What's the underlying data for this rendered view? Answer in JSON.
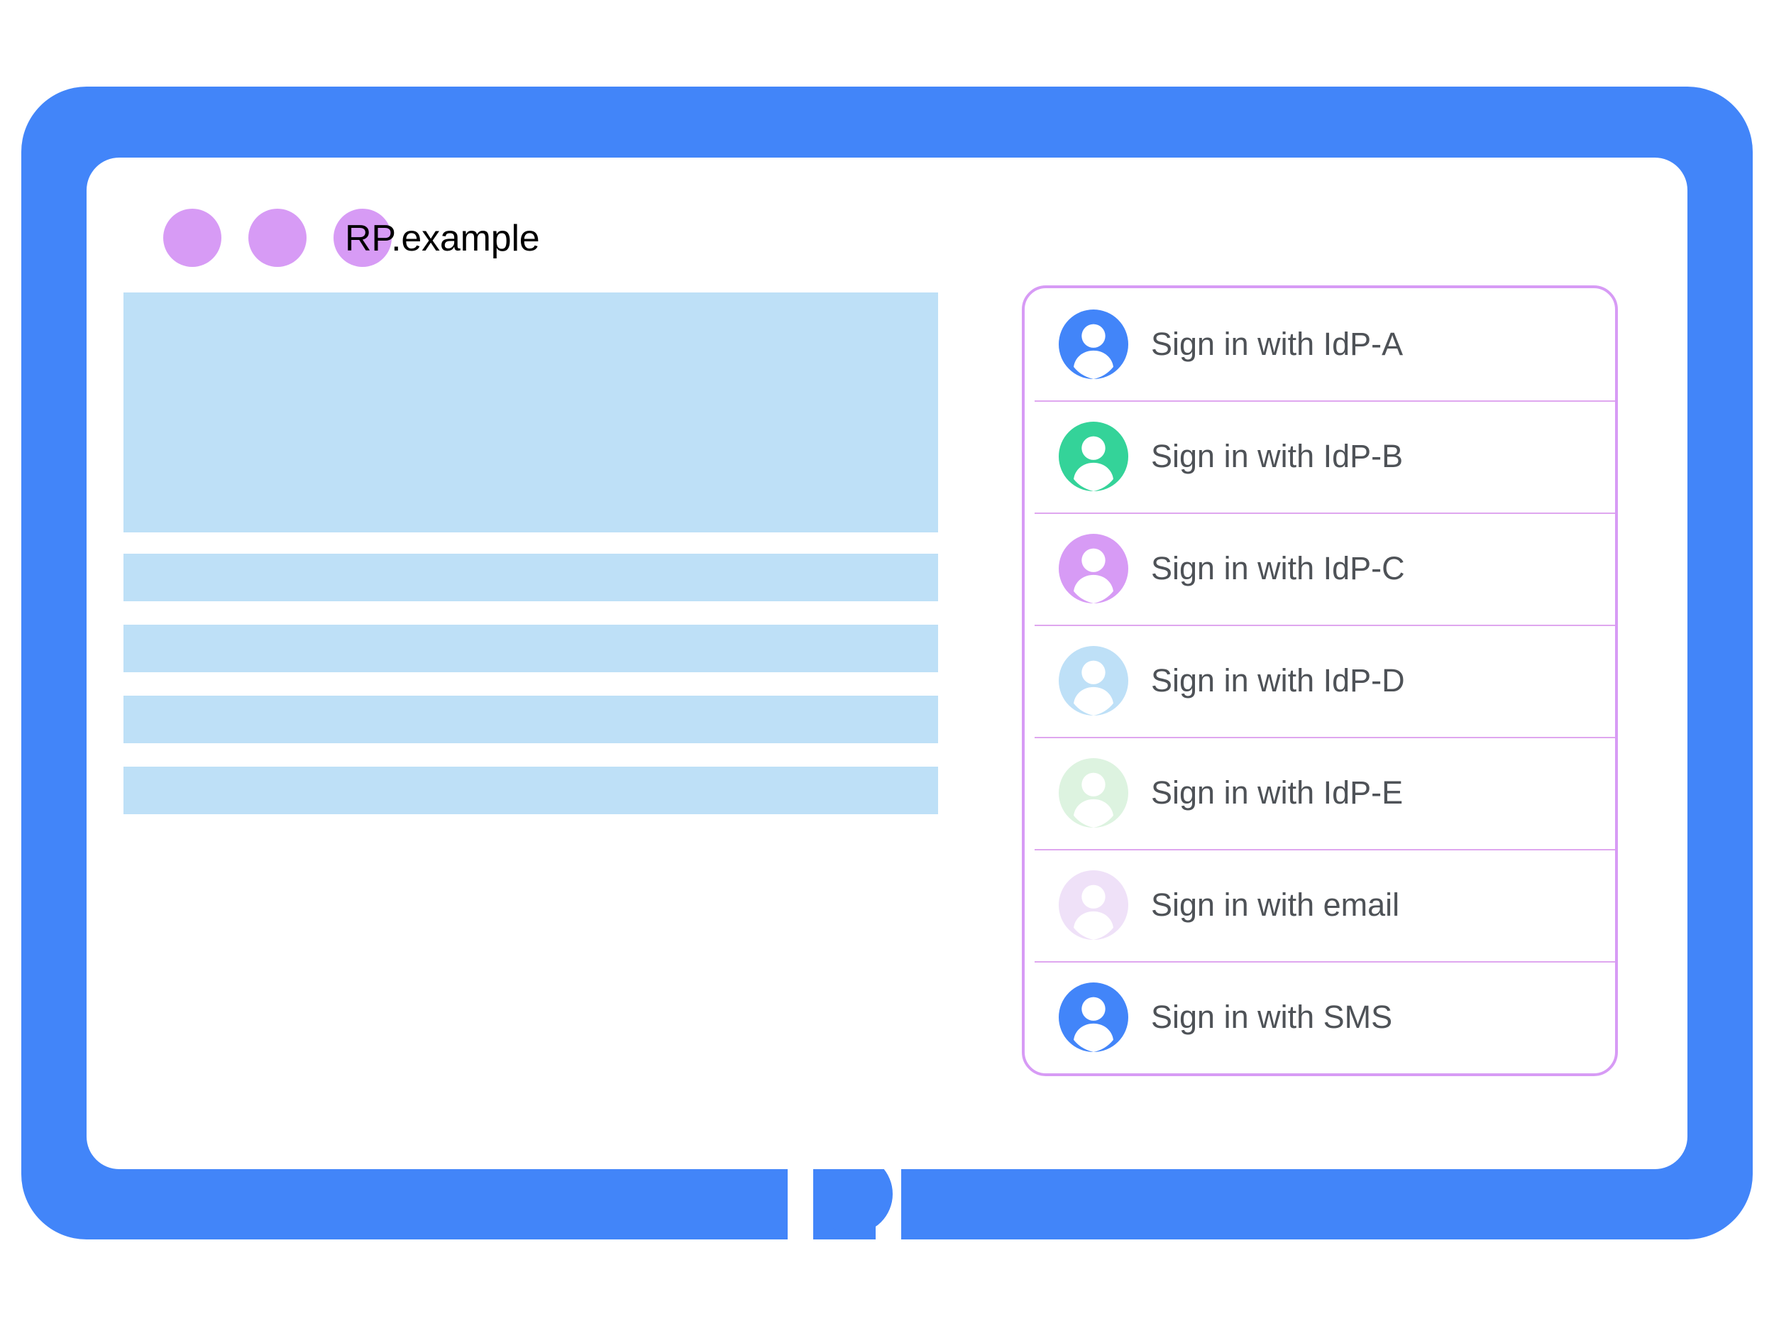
{
  "colors": {
    "device_bezel_blue": "#4285F9",
    "accent_purple": "#D79BF5",
    "placeholder_blue": "#BEE0F7",
    "divider_purple": "#DFA7EF",
    "label_text": "#4E5257",
    "title_text": "#000000"
  },
  "window": {
    "title": "RP.example",
    "dots": [
      {
        "name": "window-dot-1",
        "color": "#D79BF5"
      },
      {
        "name": "window-dot-2",
        "color": "#D79BF5"
      },
      {
        "name": "window-dot-3",
        "color": "#D79BF5"
      }
    ]
  },
  "content_placeholders": [
    {
      "name": "hero-placeholder",
      "type": "hero"
    },
    {
      "name": "text-line-placeholder-1",
      "type": "bar"
    },
    {
      "name": "text-line-placeholder-2",
      "type": "bar"
    },
    {
      "name": "text-line-placeholder-3",
      "type": "bar"
    },
    {
      "name": "text-line-placeholder-4",
      "type": "bar"
    }
  ],
  "signin_card": {
    "options": [
      {
        "label": "Sign in with IdP-A",
        "icon": "account-avatar-icon",
        "avatar_color": "#4285F9"
      },
      {
        "label": "Sign in with IdP-B",
        "icon": "account-avatar-icon",
        "avatar_color": "#34D399"
      },
      {
        "label": "Sign in with IdP-C",
        "icon": "account-avatar-icon",
        "avatar_color": "#D79BF5"
      },
      {
        "label": "Sign in with IdP-D",
        "icon": "account-avatar-icon",
        "avatar_color": "#BEE0F7"
      },
      {
        "label": "Sign in with IdP-E",
        "icon": "account-avatar-icon",
        "avatar_color": "#DDF3E0"
      },
      {
        "label": "Sign in with email",
        "icon": "account-avatar-icon",
        "avatar_color": "#EFE1F8"
      },
      {
        "label": "Sign in with SMS",
        "icon": "account-avatar-icon",
        "avatar_color": "#4285F9"
      }
    ]
  },
  "device": {
    "home_button": "home-button"
  }
}
